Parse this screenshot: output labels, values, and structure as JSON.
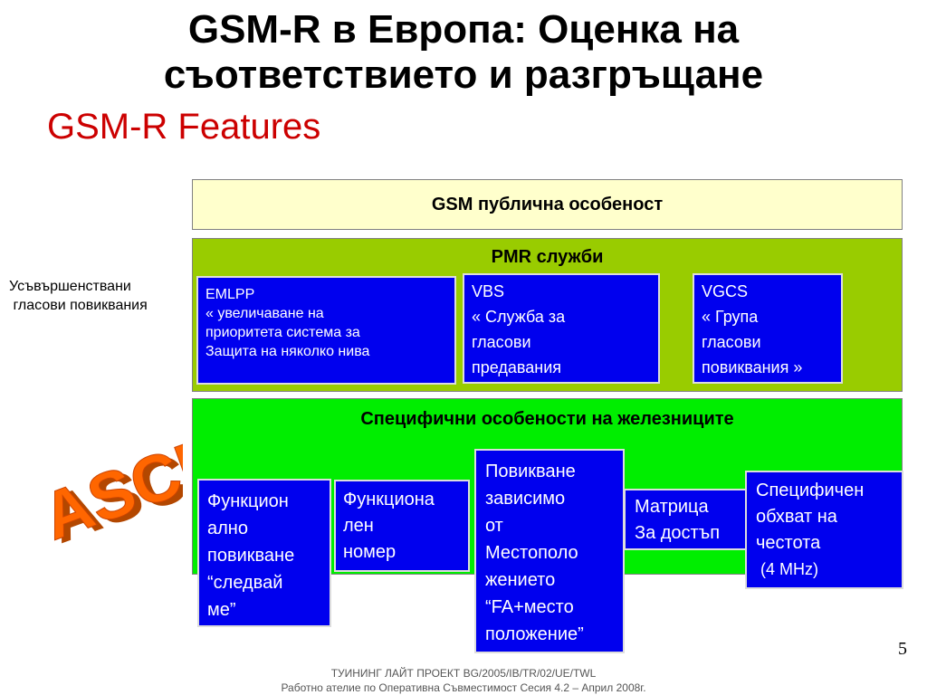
{
  "slide": {
    "title_line1": "GSM-R в Европа: Оценка на",
    "title_line2": "съответствието и  разгръщане",
    "subtitle": "GSM-R Features",
    "page_number": "5"
  },
  "side_label": {
    "line1": "Усъвършенствани",
    "line2": " гласови повиквания"
  },
  "asci_logo": {
    "text": "ASCI",
    "color": "#ff6600"
  },
  "bands": {
    "public": {
      "title": "GSM публична особеност",
      "color": "#ffffcc"
    },
    "pmr": {
      "title": "PMR служби",
      "color": "#99cc00"
    },
    "railway": {
      "title": "Специфични особености на железниците",
      "color": "#00ee00"
    }
  },
  "pmr_boxes": [
    {
      "lines": [
        "EMLPP",
        "« увеличаване на",
        "приоритета система за",
        "Защита на няколко нива"
      ]
    },
    {
      "lines": [
        "VBS",
        "« Служба за",
        "гласови",
        "предавания"
      ]
    },
    {
      "lines": [
        "VGCS",
        "« Група",
        "гласови",
        "повиквания »"
      ]
    }
  ],
  "railway_boxes": [
    {
      "lines": [
        "Функцион",
        "ално",
        "повикване",
        "“следвай",
        "ме”"
      ]
    },
    {
      "lines": [
        "Функциона",
        "лен",
        "номер"
      ]
    },
    {
      "lines": [
        "Повикване",
        "зависимо",
        "от",
        "Местополо",
        "жението",
        "“FA+место",
        "положение”"
      ]
    },
    {
      "lines": [
        "Матрица",
        "За достъп"
      ]
    },
    {
      "lines": [
        "Специфичен",
        "обхват на",
        "честота",
        " (4 MHz)"
      ]
    }
  ],
  "footer": {
    "line1": "ТУИНИНГ ЛАЙТ ПРОЕКТ BG/2005/IB/TR/02/UE/TWL",
    "line2": "Работно ателие по Оперативна Съвместимост Сесия 4.2 – Април 2008г."
  },
  "colors": {
    "box_blue": "#0000ee",
    "subtitle_red": "#cc0000"
  }
}
